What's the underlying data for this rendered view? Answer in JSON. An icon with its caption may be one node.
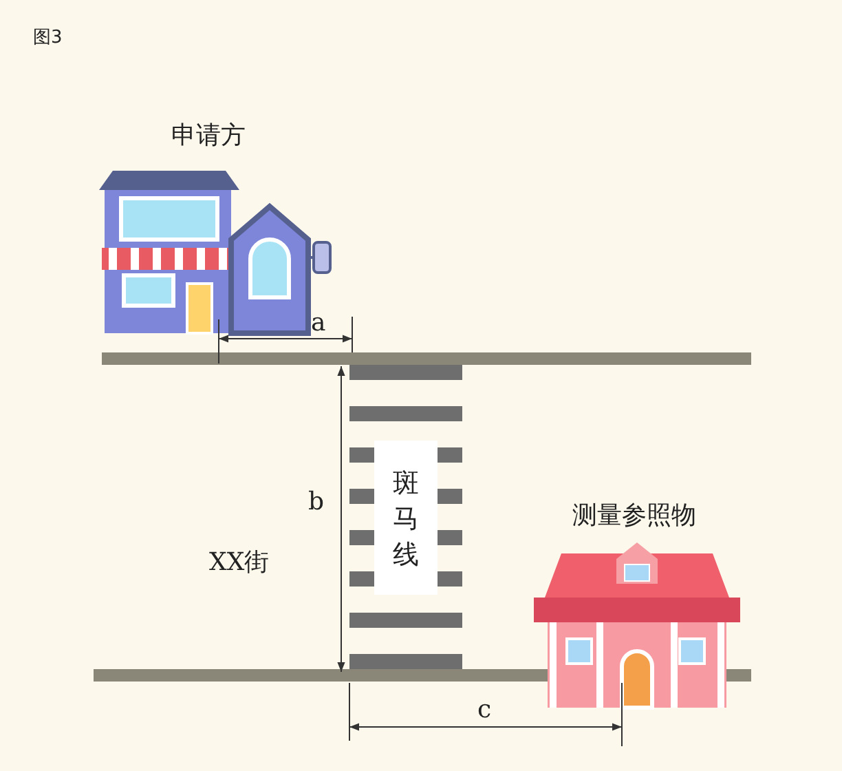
{
  "diagram": {
    "title": "图3",
    "nodes": [
      {
        "text": [
          "申请方"
        ]
      },
      {
        "text": [
          "斑马线"
        ]
      },
      {
        "text": [
          "测量参照物"
        ]
      }
    ],
    "labels": [
      "a",
      "b",
      "XX街",
      "c"
    ]
  }
}
